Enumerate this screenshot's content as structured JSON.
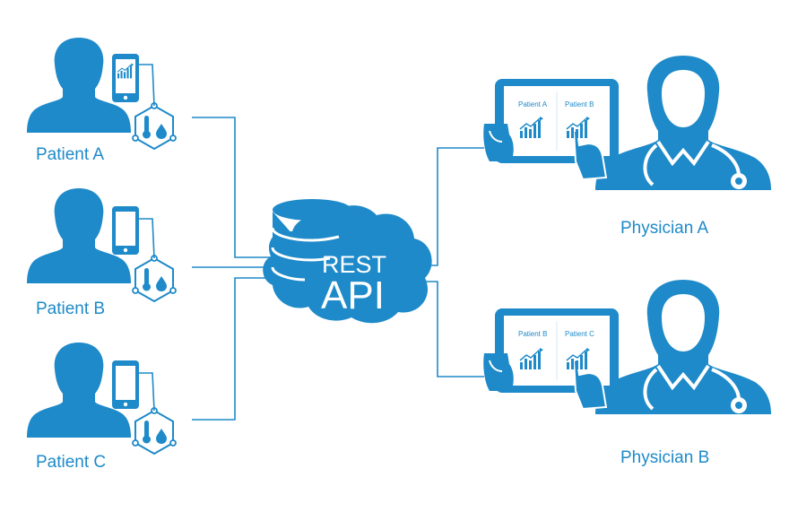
{
  "colors": {
    "primary": "#1e8ac9",
    "background": "#ffffff",
    "text_on_primary": "#ffffff"
  },
  "api": {
    "line1": "REST",
    "line2": "API",
    "icon": "database-cloud-icon"
  },
  "patients": [
    {
      "label": "Patient A",
      "icon": "person-icon",
      "device_icon": "smartphone-chart-icon",
      "sensor_icon": "thermometer-drop-hex-icon"
    },
    {
      "label": "Patient B",
      "icon": "person-icon",
      "device_icon": "smartphone-icon",
      "sensor_icon": "thermometer-drop-hex-icon"
    },
    {
      "label": "Patient C",
      "icon": "person-icon",
      "device_icon": "smartphone-icon",
      "sensor_icon": "thermometer-drop-hex-icon"
    }
  ],
  "physicians": [
    {
      "label": "Physician A",
      "icon": "doctor-stethoscope-icon",
      "tablet": {
        "left_label": "Patient A",
        "right_label": "Patient B"
      }
    },
    {
      "label": "Physician B",
      "icon": "doctor-stethoscope-icon",
      "tablet": {
        "left_label": "Patient B",
        "right_label": "Patient C"
      }
    }
  ]
}
